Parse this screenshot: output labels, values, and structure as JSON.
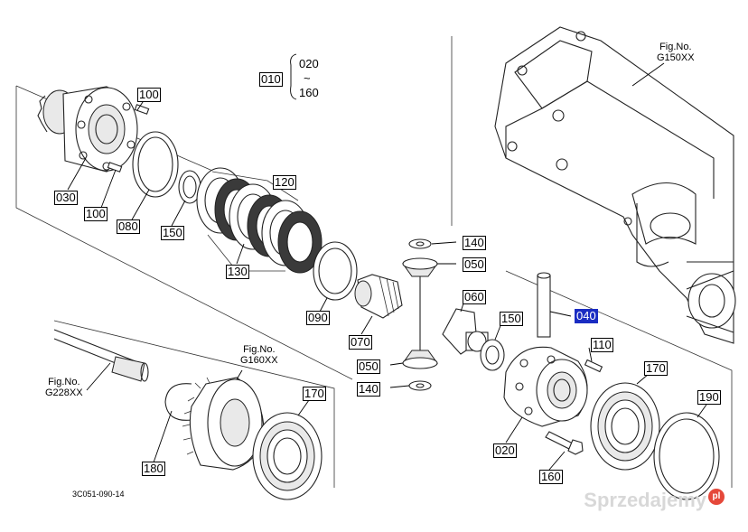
{
  "figure_refs": {
    "upper": {
      "line1": "Fig.No.",
      "line2": "G150XX"
    },
    "middle": {
      "line1": "Fig.No.",
      "line2": "G160XX"
    },
    "left": {
      "line1": "Fig.No.",
      "line2": "G228XX"
    }
  },
  "range_note": {
    "label": "010",
    "top": "020",
    "mid": "~",
    "bottom": "160"
  },
  "parts": {
    "p100a": "100",
    "p100b": "100",
    "p030": "030",
    "p080": "080",
    "p150a": "150",
    "p120": "120",
    "p130": "130",
    "p090": "090",
    "p140a": "140",
    "p050a": "050",
    "p060": "060",
    "p070": "070",
    "p050b": "050",
    "p140b": "140",
    "p150b": "150",
    "p040": "040",
    "p110": "110",
    "p170a": "170",
    "p190": "190",
    "p020": "020",
    "p160": "160",
    "p170b": "170",
    "p180": "180"
  },
  "selected_part": "040",
  "drawing_code": "3C051-090-14",
  "watermark": {
    "text": "Sprzedajemy",
    "badge": "pl"
  }
}
